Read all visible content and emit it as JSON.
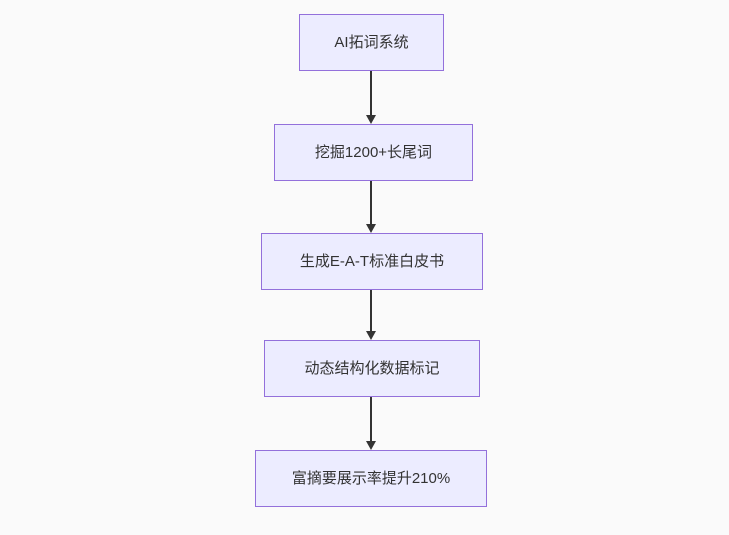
{
  "flowchart": {
    "direction": "top-down",
    "nodes": [
      {
        "id": "A",
        "label": "AI拓词系统"
      },
      {
        "id": "B",
        "label": "挖掘1200+长尾词"
      },
      {
        "id": "C",
        "label": "生成E-A-T标准白皮书"
      },
      {
        "id": "D",
        "label": "动态结构化数据标记"
      },
      {
        "id": "E",
        "label": "富摘要展示率提升210%"
      }
    ],
    "edges": [
      {
        "from": "A",
        "to": "B"
      },
      {
        "from": "B",
        "to": "C"
      },
      {
        "from": "C",
        "to": "D"
      },
      {
        "from": "D",
        "to": "E"
      }
    ],
    "colors": {
      "node_fill": "#ECECFF",
      "node_border": "#9370DB",
      "text_color": "#333333",
      "arrow_color": "#333333",
      "background": "#fafafa"
    }
  }
}
